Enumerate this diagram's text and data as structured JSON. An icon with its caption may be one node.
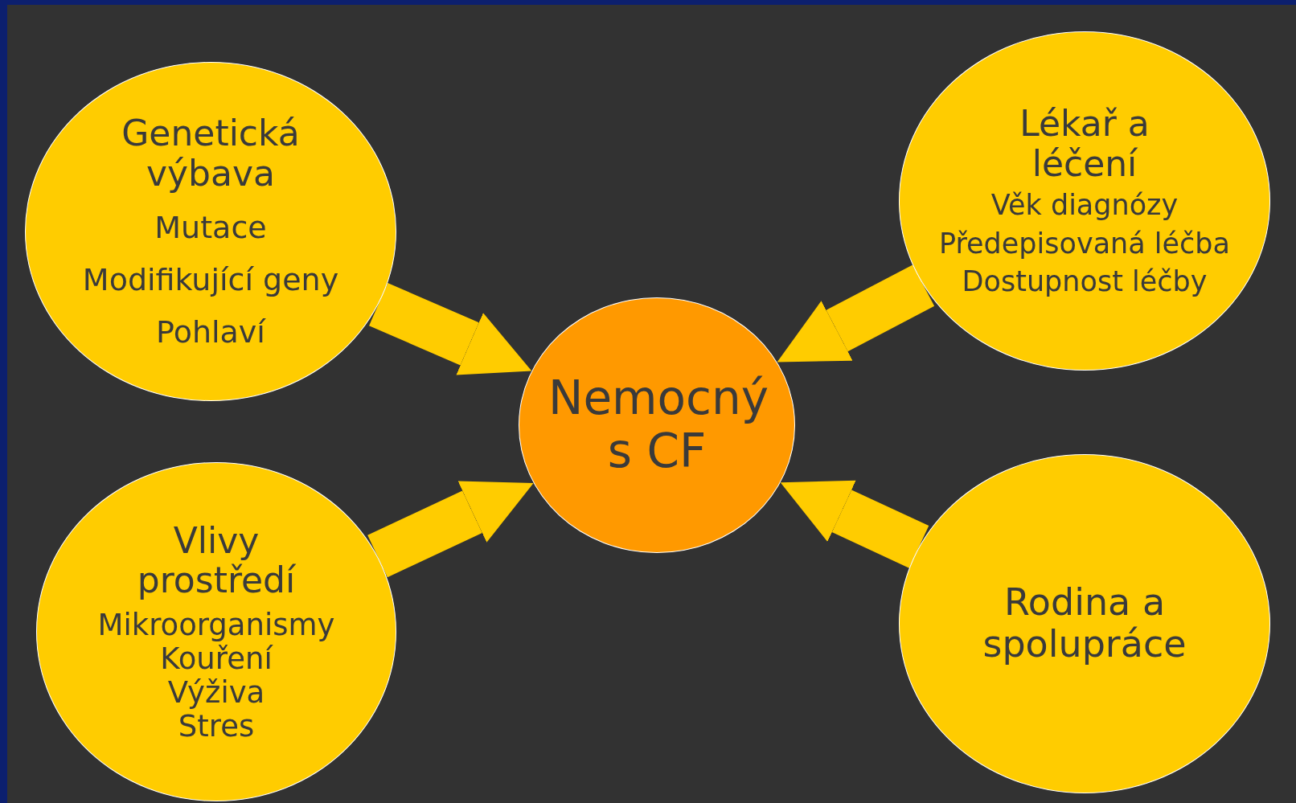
{
  "diagram": {
    "nodes": [
      {
        "text": [
          "Genetická výbava",
          "Mutace",
          "Modifikující geny",
          "Pohlaví"
        ]
      },
      {
        "text": [
          "Lékař a léčení",
          "Věk diagnózy",
          "Předepisovaná léčba",
          "Dostupnost léčby"
        ]
      },
      {
        "text": [
          "Nemocný s CF"
        ]
      },
      {
        "text": [
          "Vlivy prostředí",
          "Mikroorganismy",
          "Kouření",
          "Výživa",
          "Stres"
        ]
      },
      {
        "text": [
          "Rodina a spolupráce"
        ]
      }
    ],
    "edges": [
      {
        "from": 0,
        "to": 2,
        "arrow": "to"
      },
      {
        "from": 1,
        "to": 2,
        "arrow": "to"
      },
      {
        "from": 3,
        "to": 2,
        "arrow": "to"
      },
      {
        "from": 4,
        "to": 2,
        "arrow": "to"
      }
    ]
  }
}
